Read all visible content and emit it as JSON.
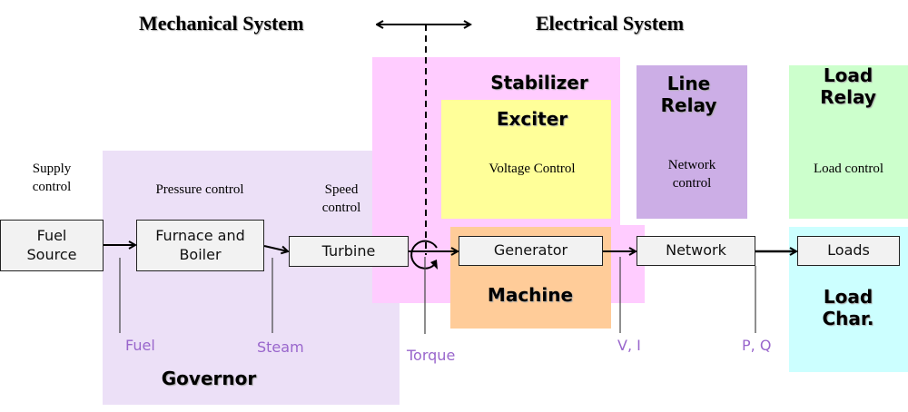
{
  "headers": {
    "mechanical": "Mechanical System",
    "electrical": "Electrical System"
  },
  "regions": {
    "governor": {
      "label": "Governor",
      "color": "#ece0f7"
    },
    "stabilizer": {
      "label": "Stabilizer",
      "color": "#ffccff"
    },
    "exciter": {
      "label": "Exciter",
      "sublabel": "Voltage Control",
      "color": "#ffff99"
    },
    "machine": {
      "label": "Machine",
      "color": "#ffcc99"
    },
    "line_relay": {
      "label_line1": "Line",
      "label_line2": "Relay",
      "sublabel_line1": "Network",
      "sublabel_line2": "control",
      "color": "#ccaee6"
    },
    "load_relay": {
      "label_line1": "Load",
      "label_line2": "Relay",
      "sublabel": "Load control",
      "color": "#ccffcc"
    },
    "load_char": {
      "label_line1": "Load",
      "label_line2": "Char.",
      "color": "#ccffff"
    }
  },
  "controls": {
    "supply_line1": "Supply",
    "supply_line2": "control",
    "pressure": "Pressure control",
    "speed_line1": "Speed",
    "speed_line2": "control"
  },
  "blocks": {
    "fuel_source_line1": "Fuel",
    "fuel_source_line2": "Source",
    "furnace_line1": "Furnace and",
    "furnace_line2": "Boiler",
    "turbine": "Turbine",
    "generator": "Generator",
    "network": "Network",
    "loads": "Loads"
  },
  "signals": {
    "fuel": "Fuel",
    "steam": "Steam",
    "torque": "Torque",
    "vi": "V, I",
    "pq": "P, Q"
  },
  "colors": {
    "signal_text": "#9966cc",
    "block_fill": "#f2f2f2"
  }
}
